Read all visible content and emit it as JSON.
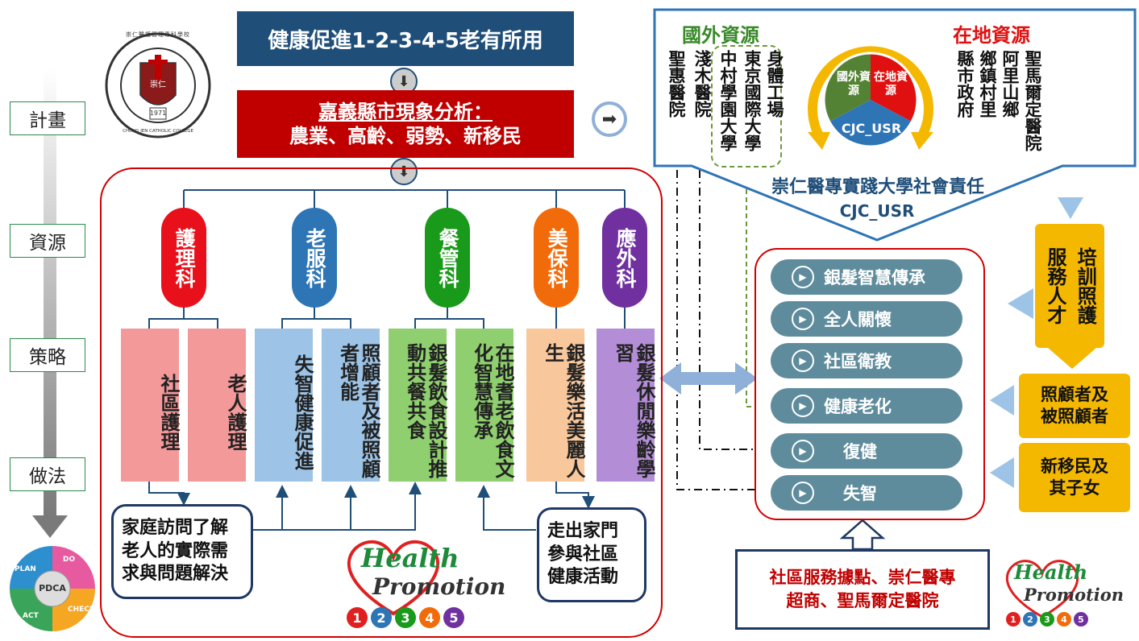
{
  "title": "健康促進1-2-3-4-5老有所用",
  "analysis": {
    "line1": "嘉義縣市現象分析：",
    "line2": "農業、高齡、弱勢、新移民"
  },
  "logo": {
    "text": "崇仁醫護管理專科學校",
    "en": "CHUNG JEN CATHOLIC COLLEGE",
    "year": "1971",
    "center": "崇仁"
  },
  "pdca_labels": [
    "計畫",
    "資源",
    "策略",
    "做法"
  ],
  "pdca": {
    "center": "PDCA",
    "plan": "PLAN",
    "do": "DO",
    "check": "CHECK",
    "act": "ACT"
  },
  "departments": [
    {
      "name": "護理科",
      "color": "#e8101a"
    },
    {
      "name": "老服科",
      "color": "#2e75b6"
    },
    {
      "name": "餐管科",
      "color": "#1a9a1a"
    },
    {
      "name": "美保科",
      "color": "#f26b0a"
    },
    {
      "name": "應外科",
      "color": "#7030a0"
    }
  ],
  "strategies": [
    {
      "text": "社區護理",
      "color": "#f4999a"
    },
    {
      "text": "老人護理",
      "color": "#f4999a"
    },
    {
      "text": "失智健康促進",
      "color": "#9dc3e6"
    },
    {
      "text": "照顧者及被照顧者增能",
      "color": "#9dc3e6"
    },
    {
      "text": "銀髮飲食設計推動共餐共食",
      "color": "#8fcf6f"
    },
    {
      "text": "在地耆老飲食文化智慧傳承",
      "color": "#8fcf6f"
    },
    {
      "text": "銀髮樂活美麗人生",
      "color": "#f8c79c"
    },
    {
      "text": "銀髮休閒樂齡學習",
      "color": "#b38ed6"
    }
  ],
  "actions": {
    "left": [
      "家庭訪問了解",
      "老人的實際需",
      "求與問題解決"
    ],
    "right": [
      "走出家門",
      "參與社區",
      "健康活動"
    ]
  },
  "health_promotion": {
    "line1": "Health",
    "line2": "Promotion",
    "numbers": [
      "1",
      "2",
      "3",
      "4",
      "5"
    ]
  },
  "usr": {
    "foreign_title": "國外資源",
    "local_title": "在地資源",
    "foreign_cols": [
      "聖惠醫院",
      "淺木醫院",
      "中村學園大學",
      "東京國際大學",
      "身體工場"
    ],
    "local_cols": [
      "縣市政府",
      "鄉鎮村里",
      "阿里山鄉",
      "聖馬爾定醫院"
    ],
    "pie_foreign": "國外資源",
    "pie_local": "在地資源",
    "pie_center": "CJC_USR",
    "caption": "崇仁醫專實踐大學社會責任",
    "caption2": "CJC_USR"
  },
  "services": [
    "銀髮智慧傳承",
    "全人關懷",
    "社區衛教",
    "健康老化",
    "復健",
    "失智"
  ],
  "training": {
    "line1": "培訓照護",
    "line2": "服務人才"
  },
  "targets": [
    [
      "照顧者及",
      "被照顧者"
    ],
    [
      "新移民及",
      "其子女"
    ]
  ],
  "community": {
    "line1": "社區服務據點、崇仁醫專",
    "line2": "超商、聖馬爾定醫院"
  },
  "colors": {
    "navy": "#1f4e79",
    "red": "#c00000",
    "usr_blue": "#2e75b6",
    "gold": "#f5b800",
    "service": "#5f8c9c"
  }
}
